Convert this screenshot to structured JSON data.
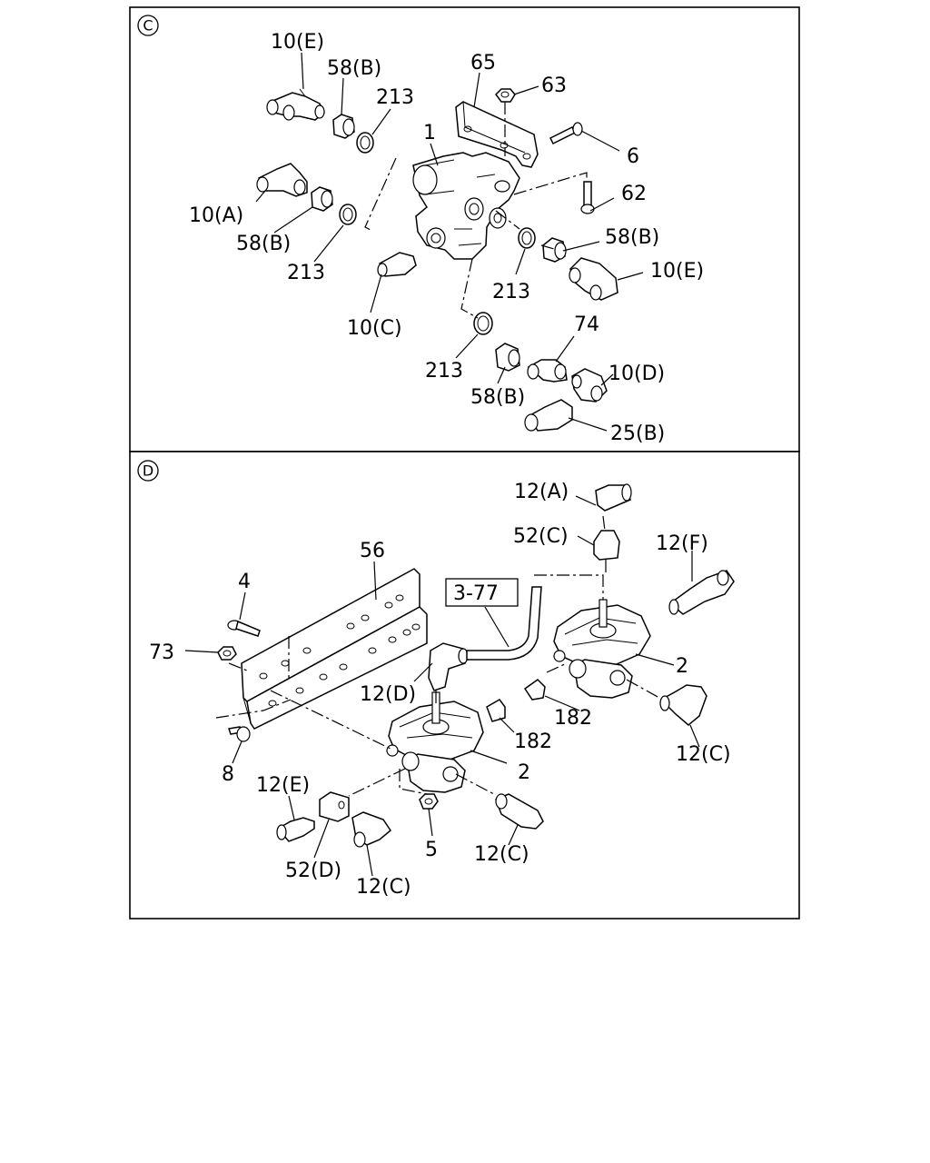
{
  "sections": [
    {
      "id": "C",
      "circle_label": "C"
    },
    {
      "id": "D",
      "circle_label": "D"
    }
  ],
  "labels_c": [
    "10(E)",
    "58(B)",
    "213",
    "65",
    "63",
    "1",
    "6",
    "10(A)",
    "58(B)",
    "213",
    "62",
    "58(B)",
    "10(E)",
    "213",
    "10(C)",
    "74",
    "10(D)",
    "213",
    "58(B)",
    "25(B)"
  ],
  "labels_d": [
    "12(A)",
    "52(C)",
    "12(F)",
    "56",
    "3-77",
    "4",
    "73",
    "2",
    "12(D)",
    "182",
    "182",
    "12(C)",
    "2",
    "8",
    "12(E)",
    "5",
    "12(C)",
    "52(D)",
    "12(C)"
  ]
}
